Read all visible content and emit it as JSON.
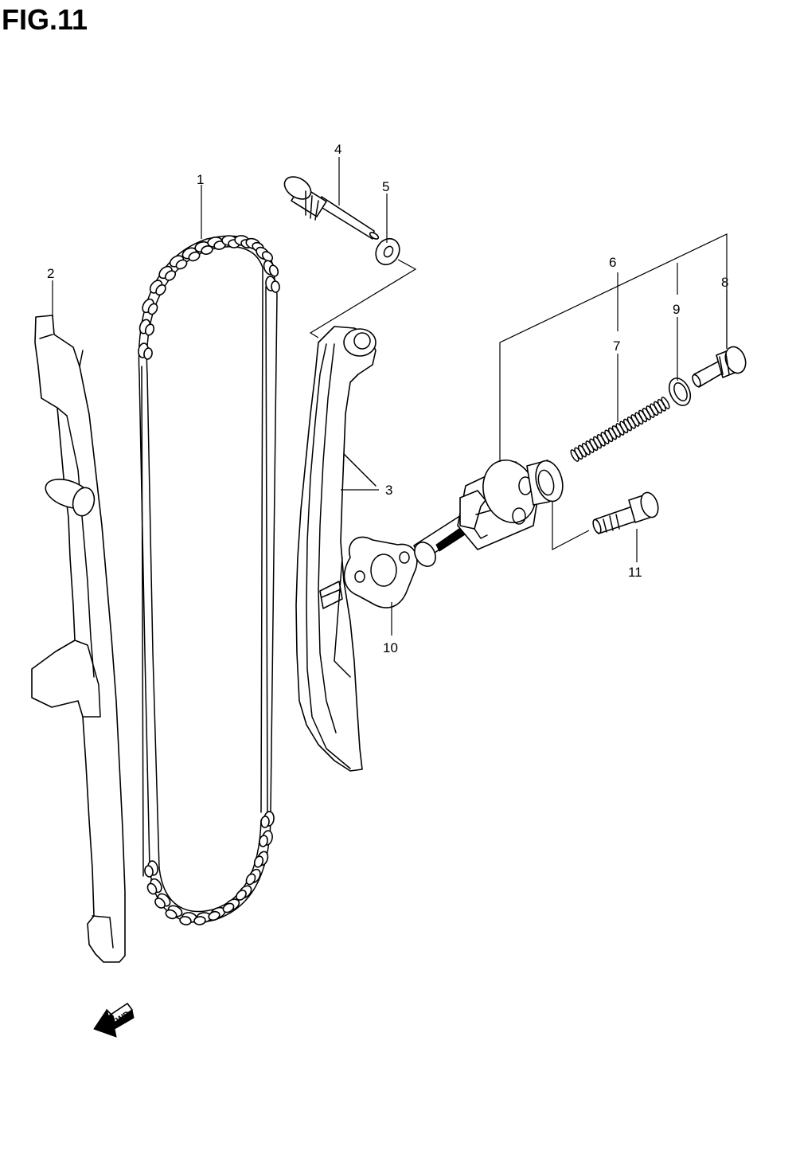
{
  "figure": {
    "title": "FIG.11"
  },
  "parts": [
    {
      "number": "1",
      "part": "cam-chain"
    },
    {
      "number": "2",
      "part": "chain-guide"
    },
    {
      "number": "3",
      "part": "tensioner-arm"
    },
    {
      "number": "4",
      "part": "pivot-bolt"
    },
    {
      "number": "5",
      "part": "washer"
    },
    {
      "number": "6",
      "part": "tensioner-assembly"
    },
    {
      "number": "7",
      "part": "spring"
    },
    {
      "number": "8",
      "part": "cap-bolt"
    },
    {
      "number": "9",
      "part": "o-ring"
    },
    {
      "number": "10",
      "part": "gasket"
    },
    {
      "number": "11",
      "part": "mounting-bolt"
    }
  ],
  "arrow": {
    "label": "FWD"
  }
}
